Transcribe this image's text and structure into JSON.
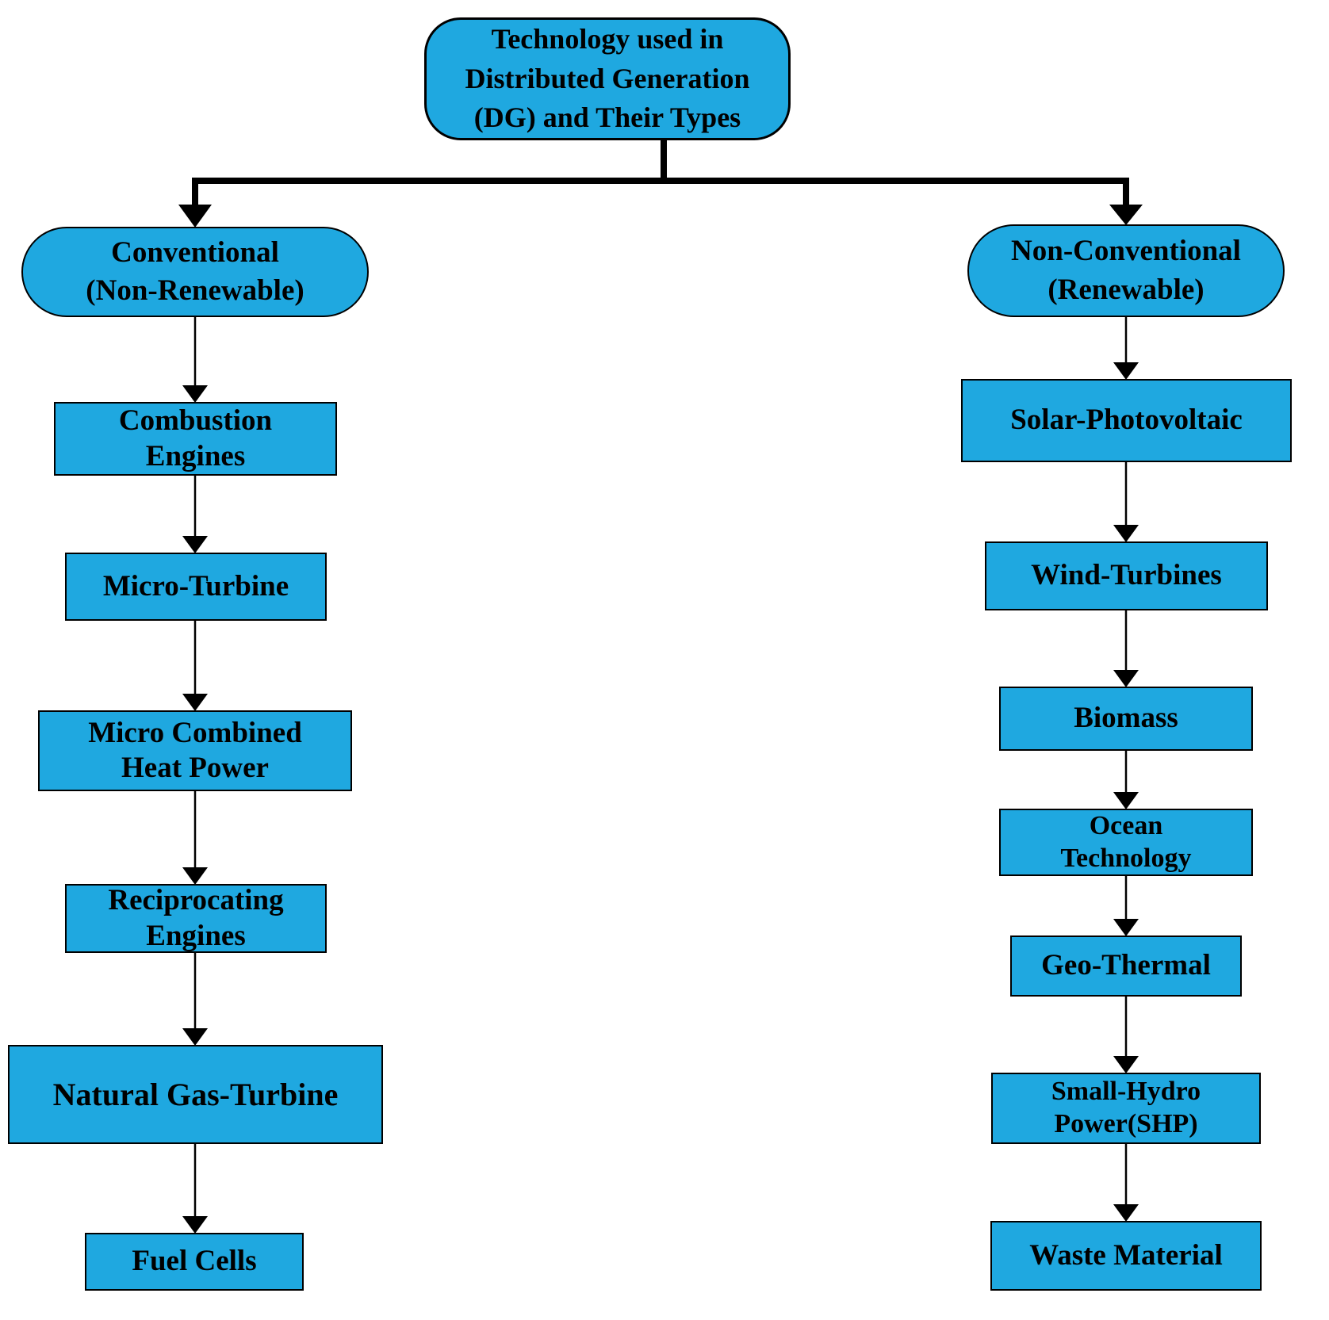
{
  "diagram": {
    "title": "Technology used in Distributed Generation (DG) and Their Types",
    "root": {
      "label": "Technology used in\nDistributed Generation\n(DG) and Their Types"
    },
    "left_branch": {
      "label": "Conventional\n(Non-Renewable)",
      "children": [
        {
          "label": "Combustion\nEngines"
        },
        {
          "label": "Micro-Turbine"
        },
        {
          "label": "Micro Combined\nHeat Power"
        },
        {
          "label": "Reciprocating\nEngines"
        },
        {
          "label": "Natural Gas-Turbine"
        },
        {
          "label": "Fuel Cells"
        }
      ]
    },
    "right_branch": {
      "label": "Non-Conventional\n(Renewable)",
      "children": [
        {
          "label": "Solar-Photovoltaic"
        },
        {
          "label": "Wind-Turbines"
        },
        {
          "label": "Biomass"
        },
        {
          "label": "Ocean\nTechnology"
        },
        {
          "label": "Geo-Thermal"
        },
        {
          "label": "Small-Hydro\nPower(SHP)"
        },
        {
          "label": "Waste Material"
        }
      ]
    },
    "colors": {
      "node_fill": "#1FA8E0",
      "node_border": "#000000",
      "connector": "#000000",
      "text": "#000000",
      "background": "#ffffff"
    }
  }
}
